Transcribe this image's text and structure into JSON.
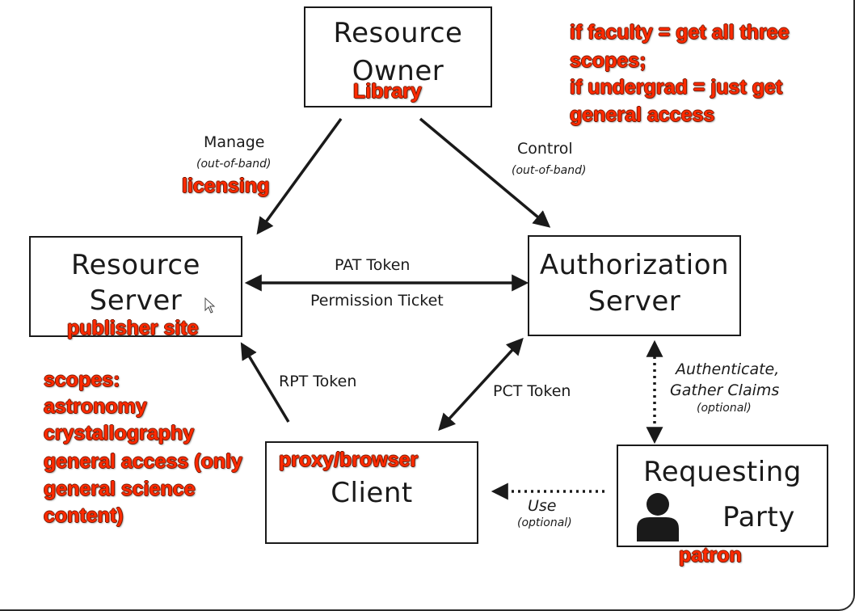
{
  "boxes": {
    "resource_owner": [
      "Resource",
      "Owner"
    ],
    "resource_server": [
      "Resource",
      "Server"
    ],
    "authorization_server": [
      "Authorization",
      "Server"
    ],
    "client": [
      "Client"
    ],
    "requesting_party": [
      "Requesting",
      "Party"
    ]
  },
  "edges": {
    "manage": "Manage",
    "manage_note": "(out-of-band)",
    "control": "Control",
    "control_note": "(out-of-band)",
    "pat_token": "PAT Token",
    "permission_ticket": "Permission Ticket",
    "rpt_token": "RPT Token",
    "pct_token": "PCT Token",
    "authenticate": "Authenticate,",
    "gather_claims": "Gather Claims",
    "gather_note": "(optional)",
    "use": "Use",
    "use_note": "(optional)"
  },
  "annotations": {
    "library": "Library",
    "licensing": "licensing",
    "publisher_site": "publisher site",
    "proxy_browser": "proxy/browser",
    "patron": "patron",
    "faculty_note": [
      "if faculty = get all three",
      "scopes;",
      "if undergrad = just get",
      "general access"
    ],
    "scopes_note": [
      "scopes:",
      "astronomy",
      "crystallography",
      "general access (only",
      "general science",
      "content)"
    ]
  },
  "icons": {
    "person": "person-icon",
    "cursor": "mouse-cursor-icon"
  },
  "colors": {
    "annotation": "#ff2a00",
    "ink": "#1a1a1a"
  }
}
